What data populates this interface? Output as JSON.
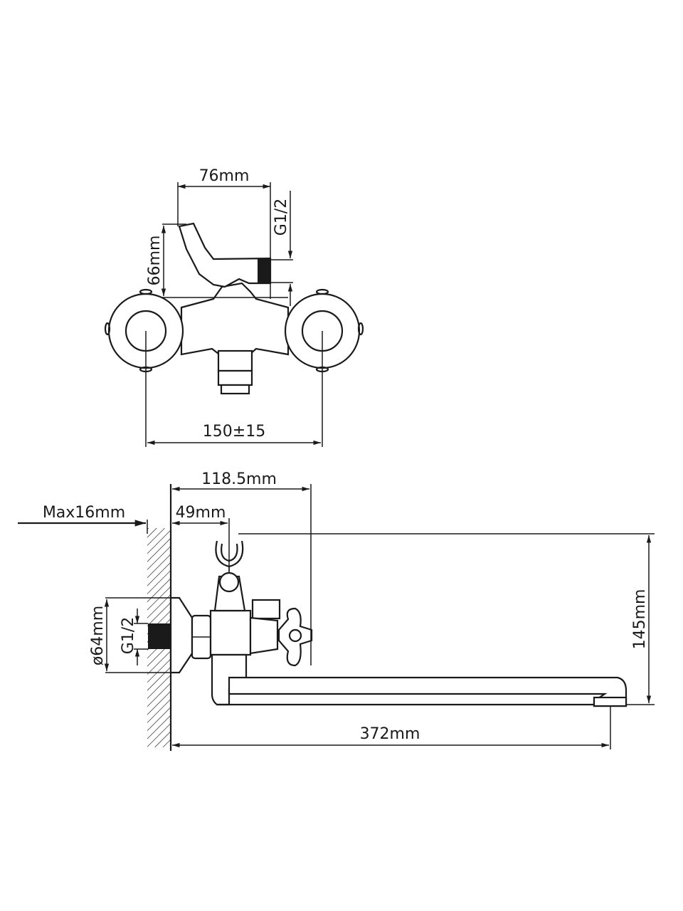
{
  "front_view": {
    "dim_lever_width": "76mm",
    "dim_height": "66mm",
    "dim_thread": "G1/2",
    "dim_centers": "150±15"
  },
  "side_view": {
    "dim_handle_reach": "118.5mm",
    "dim_max_wall": "Max16mm",
    "dim_holder_offset": "49mm",
    "dim_total_height": "145mm",
    "dim_flange_diameter": "ø64mm",
    "dim_thread": "G1/2",
    "dim_spout_length": "372mm"
  }
}
